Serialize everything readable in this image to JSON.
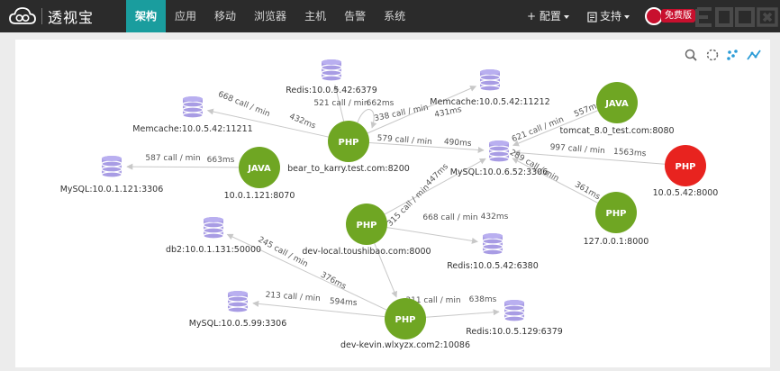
{
  "app": {
    "logo_text": "透视宝",
    "nav": [
      "架构",
      "应用",
      "移动",
      "浏览器",
      "主机",
      "告警",
      "系统"
    ],
    "active_nav": 0,
    "config_label": "+ 配置",
    "support_label": "支持",
    "free_badge": "免费版",
    "watermark": "E诚易网"
  },
  "toolbar": {
    "icons": [
      "search-icon",
      "select-icon",
      "cluster-icon",
      "trend-icon"
    ]
  },
  "topology": {
    "colors": {
      "php": "#6fa623",
      "java": "#6fa623",
      "alert": "#e8231f",
      "db": "#a89ce4",
      "edge": "#c8c8c8"
    },
    "nodes": [
      {
        "id": "redis6379",
        "kind": "db",
        "label": "Redis:10.0.5.42:6379"
      },
      {
        "id": "memcache11212",
        "kind": "db",
        "label": "Memcache:10.0.5.42:11212"
      },
      {
        "id": "memcache11211",
        "kind": "db",
        "label": "Memcache:10.0.5.42:11211"
      },
      {
        "id": "bear",
        "kind": "php",
        "text": "PHP",
        "label": "bear_to_karry.test.com:8200"
      },
      {
        "id": "tomcat",
        "kind": "java",
        "text": "JAVA",
        "label": "tomcat_8.0_test.com:8080"
      },
      {
        "id": "mysql52",
        "kind": "db",
        "label": "MySQL:10.0.6.52:3306"
      },
      {
        "id": "phpalert",
        "kind": "alert",
        "text": "PHP",
        "label": "10.0.5.42:8000"
      },
      {
        "id": "mysql121",
        "kind": "db",
        "label": "MySQL:10.0.1.121:3306"
      },
      {
        "id": "java121",
        "kind": "java",
        "text": "JAVA",
        "label": "10.0.1.121:8070"
      },
      {
        "id": "local127",
        "kind": "php",
        "text": "PHP",
        "label": "127.0.0.1:8000"
      },
      {
        "id": "db2",
        "kind": "db",
        "label": "db2:10.0.1.131:50000"
      },
      {
        "id": "devlocal",
        "kind": "php",
        "text": "PHP",
        "label": "dev-local.toushibao.com:8000"
      },
      {
        "id": "redis6380",
        "kind": "db",
        "label": "Redis:10.0.5.42:6380"
      },
      {
        "id": "mysql99",
        "kind": "db",
        "label": "MySQL:10.0.5.99:3306"
      },
      {
        "id": "devkevin",
        "kind": "php",
        "text": "PHP",
        "label": "dev-kevin.wlxyzx.com2:10086"
      },
      {
        "id": "redis129",
        "kind": "db",
        "label": "Redis:10.0.5.129:6379"
      }
    ],
    "edges": [
      {
        "from": "bear",
        "to": "memcache11211",
        "calls": "668",
        "unit": "call / min",
        "time": "432ms"
      },
      {
        "from": "bear",
        "to": "redis6379",
        "calls": "521",
        "unit": "call / min",
        "time": "662ms"
      },
      {
        "from": "bear",
        "to": "memcache11212",
        "calls": "338",
        "unit": "call / min",
        "time": "431ms"
      },
      {
        "from": "bear",
        "to": "mysql52",
        "calls": "579",
        "unit": "call / min",
        "time": "490ms"
      },
      {
        "from": "tomcat",
        "to": "mysql52",
        "calls": "621",
        "unit": "call / min",
        "time": "557ms"
      },
      {
        "from": "phpalert",
        "to": "mysql52",
        "calls": "997",
        "unit": "call / min",
        "time": "1563ms"
      },
      {
        "from": "local127",
        "to": "mysql52",
        "calls": "289",
        "unit": "call / min",
        "time": "361ms"
      },
      {
        "from": "java121",
        "to": "mysql121",
        "calls": "587",
        "unit": "call / min",
        "time": "663ms"
      },
      {
        "from": "devlocal",
        "to": "mysql52",
        "calls": "315",
        "unit": "call / min",
        "time": "447ms"
      },
      {
        "from": "devlocal",
        "to": "redis6380",
        "calls": "668",
        "unit": "call / min",
        "time": "432ms"
      },
      {
        "from": "devlocal",
        "to": "devkevin",
        "calls": "",
        "unit": "",
        "time": ""
      },
      {
        "from": "devkevin",
        "to": "db2",
        "calls": "245",
        "unit": "call / min",
        "time": "376ms"
      },
      {
        "from": "devkevin",
        "to": "mysql99",
        "calls": "213",
        "unit": "call / min",
        "time": "594ms"
      },
      {
        "from": "devkevin",
        "to": "redis129",
        "calls": "311",
        "unit": "call / min",
        "time": "638ms"
      }
    ]
  }
}
